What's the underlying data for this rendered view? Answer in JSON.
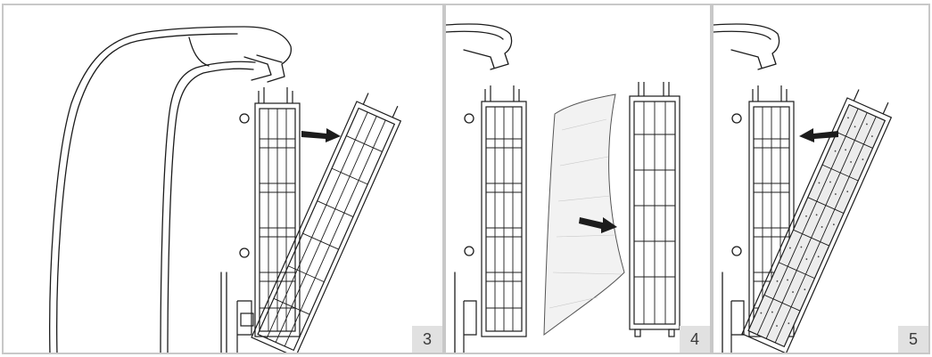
{
  "figure": {
    "panels": [
      {
        "step": "3"
      },
      {
        "step": "4"
      },
      {
        "step": "5"
      }
    ]
  }
}
